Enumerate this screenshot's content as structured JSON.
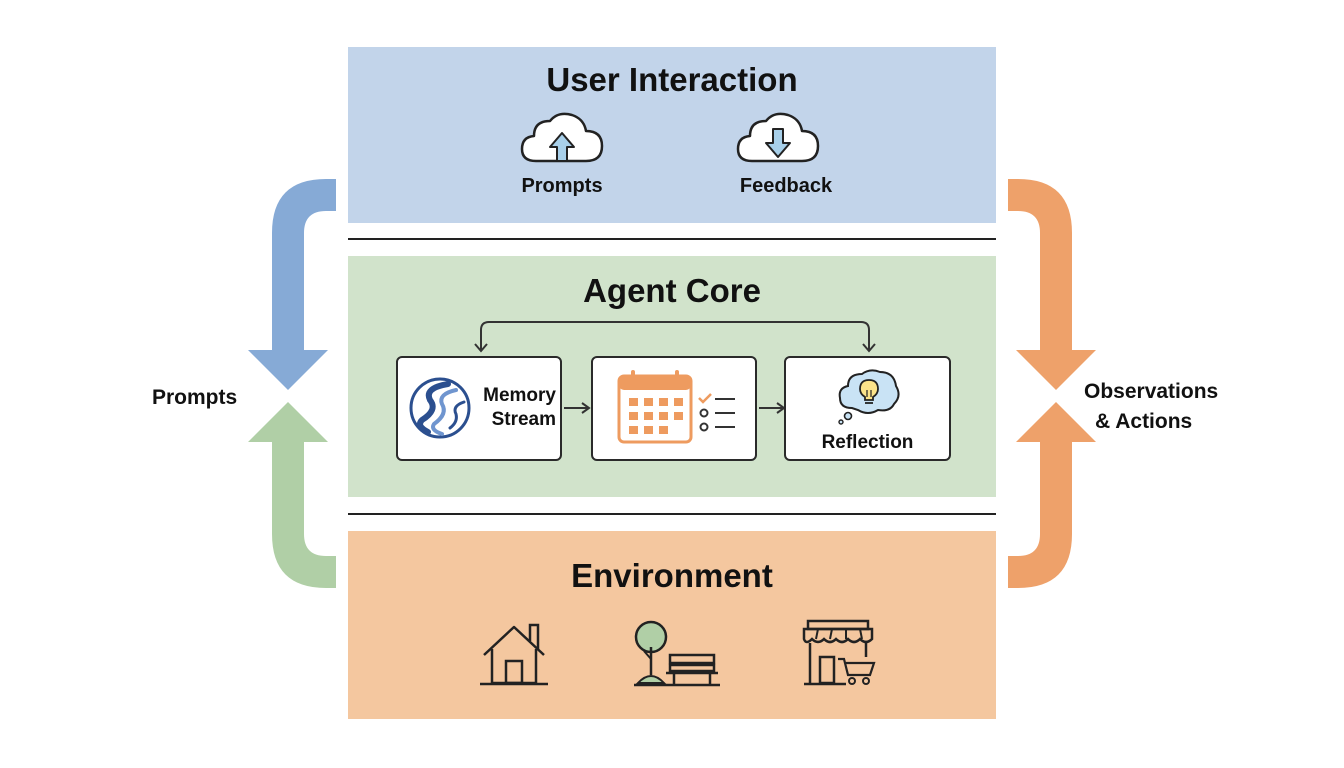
{
  "user_interaction": {
    "title": "User Interaction",
    "items": [
      {
        "label": "Prompts",
        "icon": "cloud-upload-icon"
      },
      {
        "label": "Feedback",
        "icon": "cloud-download-icon"
      }
    ]
  },
  "agent_core": {
    "title": "Agent Core",
    "modules": [
      {
        "label_line1": "Memory",
        "label_line2": "Stream",
        "icon": "stream-icon"
      },
      {
        "label": "",
        "icon": "calendar-checklist-icon"
      },
      {
        "label": "Reflection",
        "icon": "lightbulb-thought-icon"
      }
    ]
  },
  "environment": {
    "title": "Environment",
    "icons": [
      "house-icon",
      "park-bench-icon",
      "store-cart-icon"
    ]
  },
  "left_flow": {
    "label": "Prompts"
  },
  "right_flow": {
    "label_line1": "Observations",
    "label_line2": "& Actions"
  },
  "colors": {
    "user_band": "#c2d4ea",
    "core_band": "#d1e3cb",
    "env_band": "#f4c79f",
    "blue_arrow": "#86aad6",
    "green_arrow": "#b0cfa6",
    "orange_arrow": "#eea16a"
  }
}
